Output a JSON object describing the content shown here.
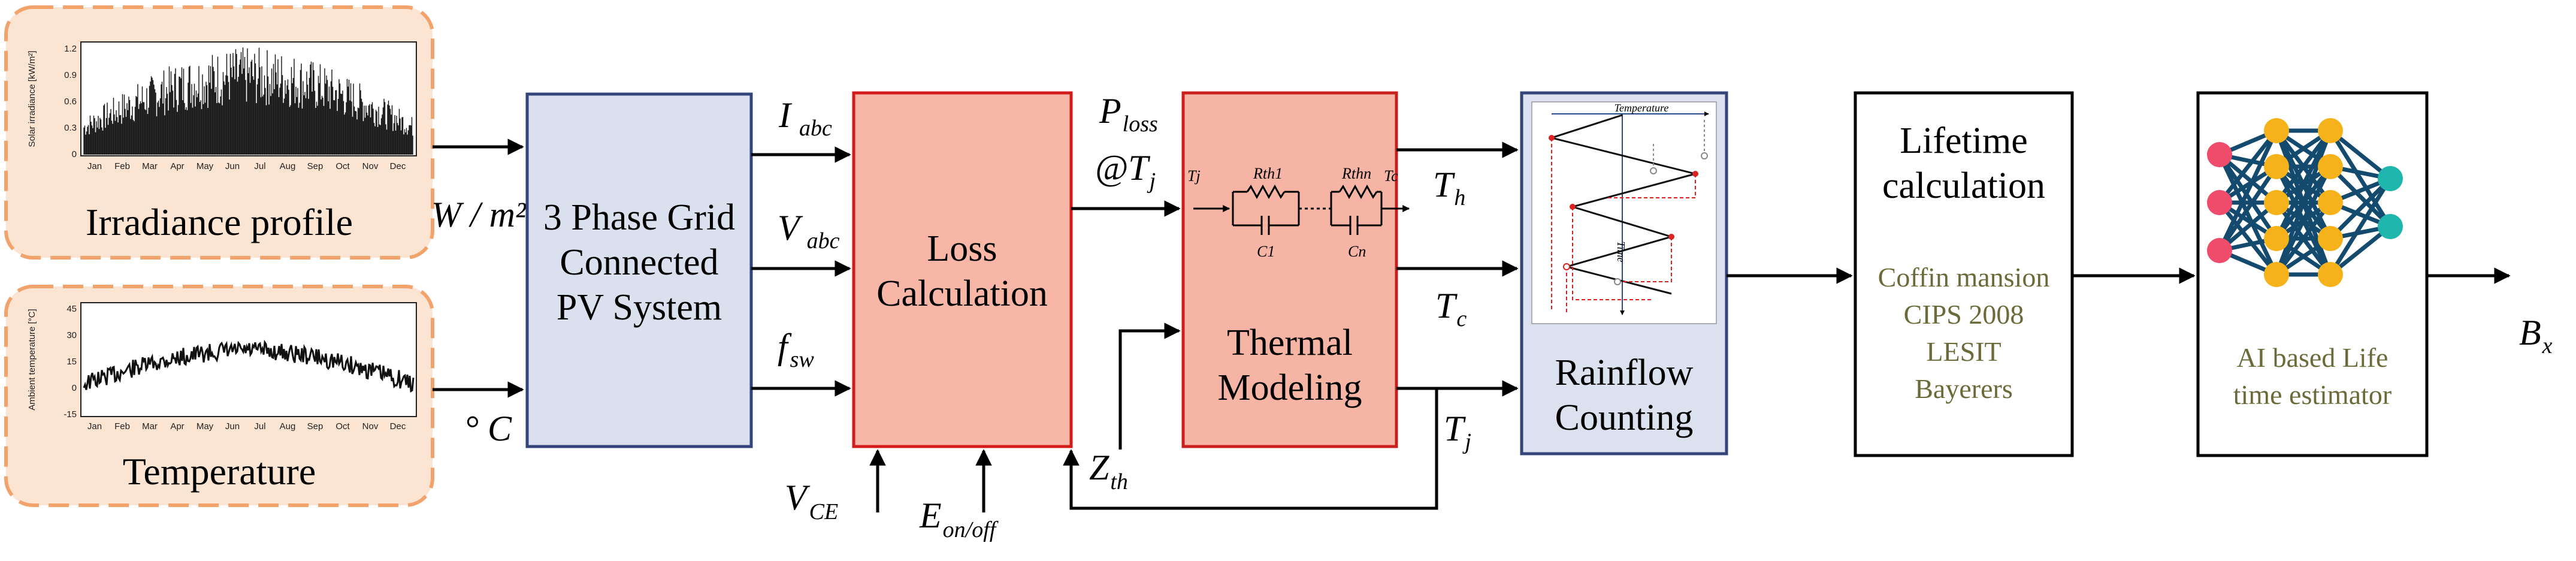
{
  "inputs": {
    "irradiance": {
      "caption": "Irradiance profile",
      "ylabel": "Solar irradiance [kW/m²]",
      "yticks": [
        "1.2",
        "0.9",
        "0.6",
        "0.3",
        "0"
      ],
      "months": [
        "Jan",
        "Feb",
        "Mar",
        "Apr",
        "May",
        "Jun",
        "Jul",
        "Aug",
        "Sep",
        "Oct",
        "Nov",
        "Dec"
      ],
      "unit": "W / m²"
    },
    "temperature": {
      "caption": "Temperature",
      "ylabel": "Ambient temperature [°C]",
      "yticks": [
        "45",
        "30",
        "15",
        "0",
        "-15"
      ],
      "months": [
        "Jan",
        "Feb",
        "Mar",
        "Apr",
        "May",
        "Jun",
        "Jul",
        "Aug",
        "Sep",
        "Oct",
        "Nov",
        "Dec"
      ],
      "unit": "° C"
    }
  },
  "pv_system": {
    "lines": [
      "3 Phase Grid",
      "Connected",
      "PV System"
    ]
  },
  "pv_outputs": {
    "i": {
      "main": "I",
      "sub": "abc"
    },
    "v": {
      "main": "V",
      "sub": "abc"
    },
    "f": {
      "main": "f",
      "sub": "sw"
    }
  },
  "loss": {
    "lines": [
      "Loss",
      "Calculation"
    ]
  },
  "loss_inputs": {
    "vce": {
      "main": "V",
      "sub": "CE"
    },
    "eon": {
      "main": "E",
      "sub": "on/off"
    }
  },
  "loss_output": {
    "p_main": "P",
    "p_sub": "loss",
    "at": "@T",
    "at_sub": "j"
  },
  "thermal": {
    "lines": [
      "Thermal",
      "Modeling"
    ],
    "network": {
      "tj": "Tj",
      "tc": "Tc",
      "r1": "Rth1",
      "rn": "Rthn",
      "c1": "C1",
      "cn": "Cn"
    }
  },
  "zth": {
    "main": "Z",
    "sub": "th"
  },
  "thermal_outputs": {
    "th": {
      "main": "T",
      "sub": "h"
    },
    "tc": {
      "main": "T",
      "sub": "c"
    },
    "tj": {
      "main": "T",
      "sub": "j"
    }
  },
  "rainflow": {
    "lines": [
      "Rainflow",
      "Counting"
    ],
    "plot_label": "Temperature",
    "time_label": "Time"
  },
  "lifetime": {
    "title": [
      "Lifetime",
      "calculation"
    ],
    "models": [
      "Coffin mansion",
      "CIPS 2008",
      "LESIT",
      "Bayerers"
    ]
  },
  "ai": {
    "lines": [
      "AI based Life",
      "time estimator"
    ]
  },
  "output": {
    "main": "B",
    "sub": "x"
  },
  "colors": {
    "input_fill": "#fce4d3",
    "input_border": "#f2a36b",
    "pv_fill": "#dae0ee",
    "pv_border": "#33457a",
    "loss_fill": "#f7b6a6",
    "loss_border": "#d21b1b",
    "thermal_fill": "#f6b5a4",
    "thermal_border": "#c8201c",
    "rainflow_fill": "#dbe1ef",
    "rainflow_border": "#33457a",
    "text_olive": "#6b6b3a",
    "nn_input": "#ef4b6b",
    "nn_hidden": "#f5b21a",
    "nn_output": "#1fb6ad",
    "nn_edge": "#134a6d"
  }
}
